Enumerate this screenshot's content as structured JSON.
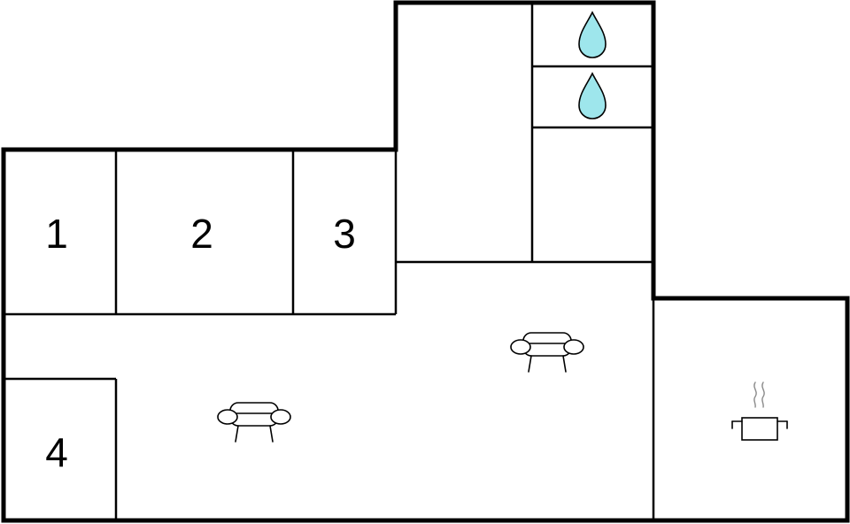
{
  "floorplan": {
    "rooms": [
      {
        "label": "1",
        "kind": "bedroom"
      },
      {
        "label": "2",
        "kind": "bedroom"
      },
      {
        "label": "3",
        "kind": "bedroom"
      },
      {
        "label": "4",
        "kind": "bedroom"
      }
    ],
    "icons": [
      {
        "name": "shower-water-drop-icon",
        "kind": "bathroom"
      },
      {
        "name": "toilet-water-drop-icon",
        "kind": "bathroom"
      },
      {
        "name": "sofa-icon",
        "kind": "living-room"
      },
      {
        "name": "sofa-icon",
        "kind": "living-room"
      },
      {
        "name": "cooking-pot-icon",
        "kind": "kitchen"
      }
    ],
    "colors": {
      "wall": "#000000",
      "background": "#ffffff",
      "water_drop": "#9ee6ec",
      "steam": "#888888"
    }
  }
}
